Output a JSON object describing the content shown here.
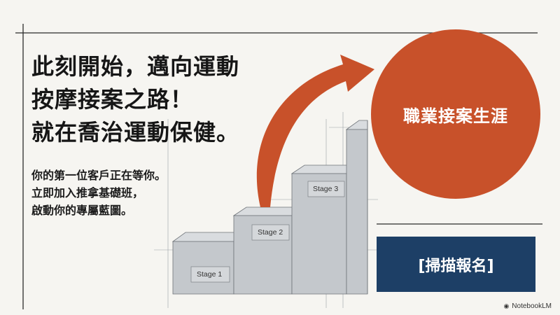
{
  "headline": {
    "line1": "此刻開始，邁向運動",
    "line2": "按摩接案之路！",
    "line3": "就在喬治運動保健。"
  },
  "subtext": {
    "line1": "你的第一位客戶正在等你。",
    "line2": "立即加入推拿基礎班，",
    "line3": "啟動你的專屬藍圖。"
  },
  "stages": [
    "Stage 1",
    "Stage 2",
    "Stage 3"
  ],
  "goal": {
    "label": "職業接案生涯"
  },
  "cta": {
    "label": "[掃描報名]"
  },
  "brand": {
    "name": "NotebookLM",
    "icon": "notebooklm-logo-icon"
  },
  "colors": {
    "accent": "#c8512a",
    "cta_bg": "#1d3f66",
    "background": "#f6f5f1",
    "text": "#161616"
  }
}
